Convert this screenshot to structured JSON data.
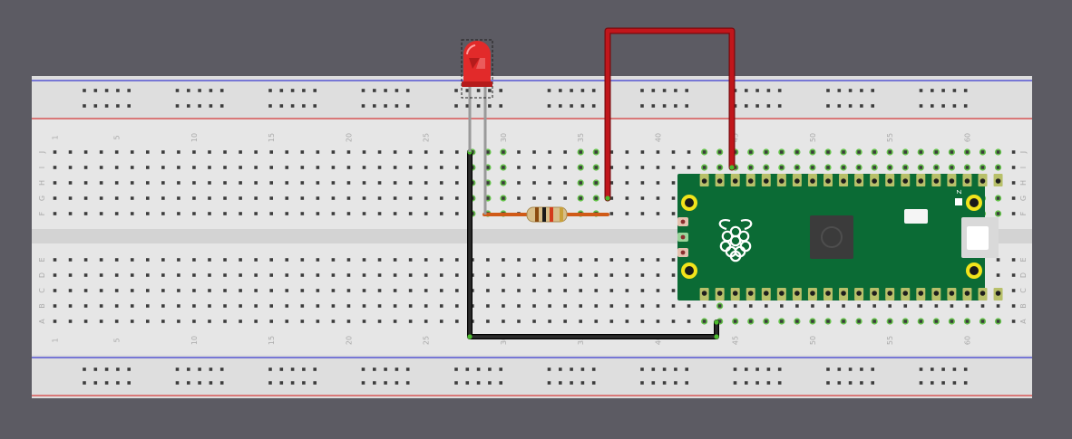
{
  "board": {
    "column_numbers": [
      "1",
      "5",
      "10",
      "15",
      "20",
      "25",
      "30",
      "35",
      "40",
      "45",
      "50",
      "55",
      "60"
    ],
    "top_row_letters": [
      "J",
      "I",
      "H",
      "G",
      "F"
    ],
    "bottom_row_letters": [
      "E",
      "D",
      "C",
      "B",
      "A"
    ]
  },
  "colors": {
    "background": "#5c5b63",
    "breadboard": "#e6e6e6",
    "rail_red_line": "#d63b3b",
    "rail_blue_line": "#3a3ad0",
    "hole": "#3c3c3c",
    "highlight": "#4cbb2e",
    "wire_red": "#c1161b",
    "wire_black": "#1f1f1f",
    "pico_pcb": "#0b6b35",
    "led": "#e22a2a"
  },
  "components": {
    "led": {
      "name": "led",
      "color": "red"
    },
    "resistor": {
      "name": "resistor",
      "bands": [
        "#8a4b0f",
        "#1a1a1a",
        "#d33b1a",
        "#c9a13b"
      ]
    },
    "pico": {
      "name": "raspberry-pi-pico",
      "logo": "raspberry-pi-logo-icon"
    },
    "wires": [
      {
        "name": "red-wire",
        "color": "red"
      },
      {
        "name": "black-wire",
        "color": "black"
      }
    ]
  },
  "pico_silkscreen": {
    "z_label": "Z"
  }
}
